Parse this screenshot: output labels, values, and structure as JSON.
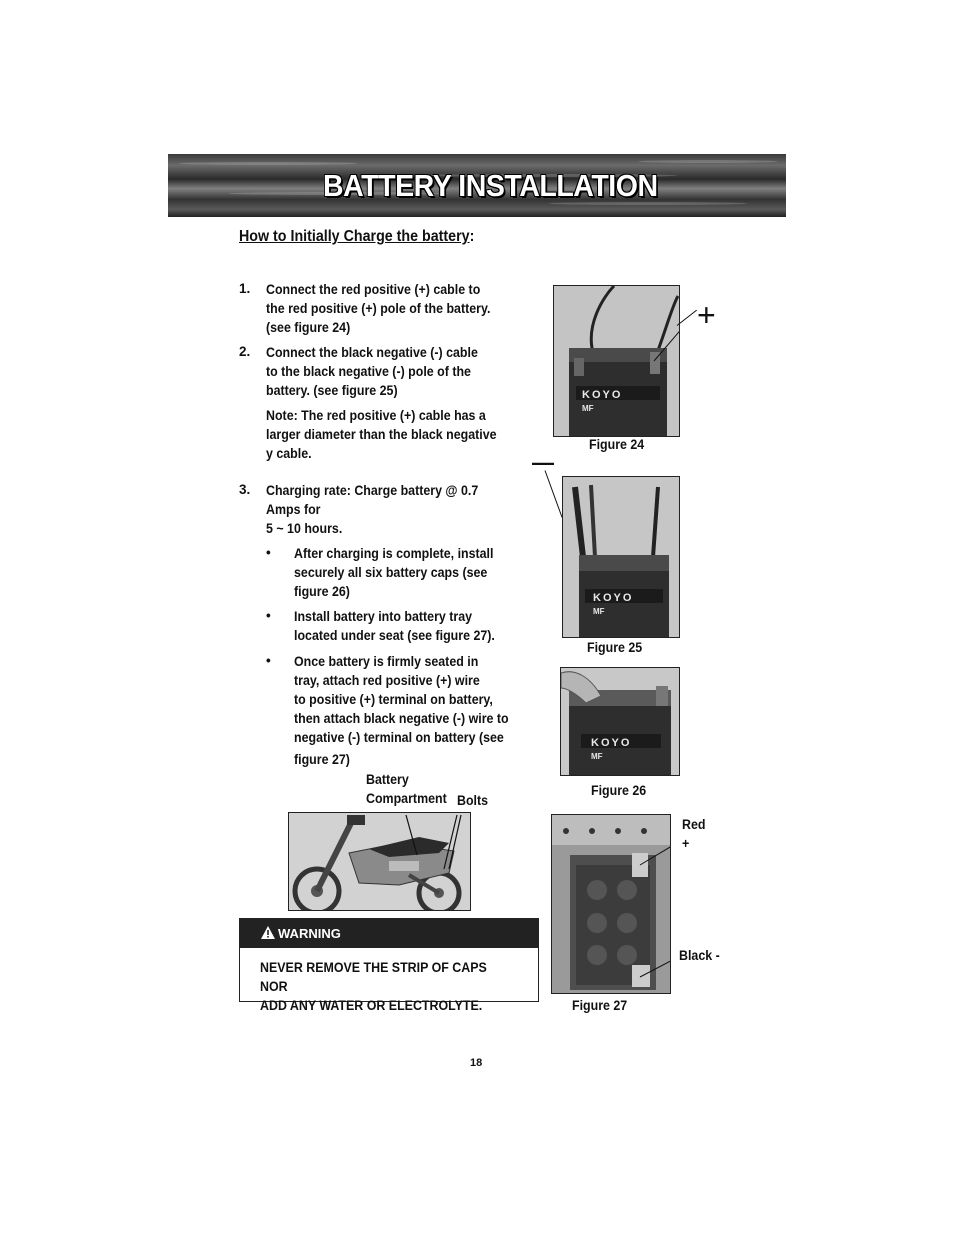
{
  "header": {
    "title": "BATTERY INSTALLATION"
  },
  "subheading": {
    "text": "How to Initially Charge the battery",
    "suffix": ":"
  },
  "steps": [
    {
      "number": "1.",
      "lines": [
        "Connect the red positive (+) cable to",
        "the red positive (+) pole of the battery.",
        "(see figure 24)"
      ]
    },
    {
      "number": "2.",
      "lines": [
        "Connect the black negative (-) cable",
        "to the black negative (-) pole of the",
        "battery. (see figure 25)"
      ]
    },
    {
      "number": "3.",
      "lines": [
        "Charging rate: Charge battery @ 0.7",
        "Amps for",
        "5 ~ 10 hours."
      ]
    }
  ],
  "note": {
    "lines": [
      "Note: The red positive (+) cable has a",
      "larger diameter than the black negative",
      "y cable."
    ]
  },
  "bullets": [
    {
      "symbol": "•",
      "lines": [
        "After charging is complete, install",
        "securely all six battery caps (see",
        "figure 26)"
      ]
    },
    {
      "symbol": "•",
      "lines": [
        "Install battery into battery tray",
        "located under seat (see figure 27)."
      ]
    },
    {
      "symbol": "•",
      "lines": [
        "Once battery is firmly seated in",
        "tray,  attach red positive (+) wire",
        "to positive (+) terminal on battery,",
        "then attach black negative (-) wire to",
        "negative (-) terminal on battery (see",
        "figure 27)"
      ]
    }
  ],
  "figures": {
    "fig24": {
      "caption": "Figure 24",
      "plus_sign": "+"
    },
    "fig25": {
      "caption": "Figure 25",
      "minus_sign": "—"
    },
    "fig26": {
      "caption": "Figure 26"
    },
    "fig27": {
      "caption": "Figure 27",
      "red_label": "Red",
      "red_sign": "+",
      "black_label": "Black -"
    }
  },
  "battery_label": {
    "brand": "KOYO",
    "model": "MF"
  },
  "bike_callouts": {
    "battery": [
      "Battery",
      "Compartment"
    ],
    "bolts": "Bolts"
  },
  "warning": {
    "icon": "warning-triangle-icon",
    "title": "WARNING",
    "lines": [
      "NEVER REMOVE THE STRIP OF CAPS NOR",
      "ADD ANY WATER OR ELECTROLYTE."
    ]
  },
  "page_number": "18",
  "colors": {
    "banner_dark": "#2a2a2a",
    "warning_header": "#222222",
    "text": "#111111"
  }
}
